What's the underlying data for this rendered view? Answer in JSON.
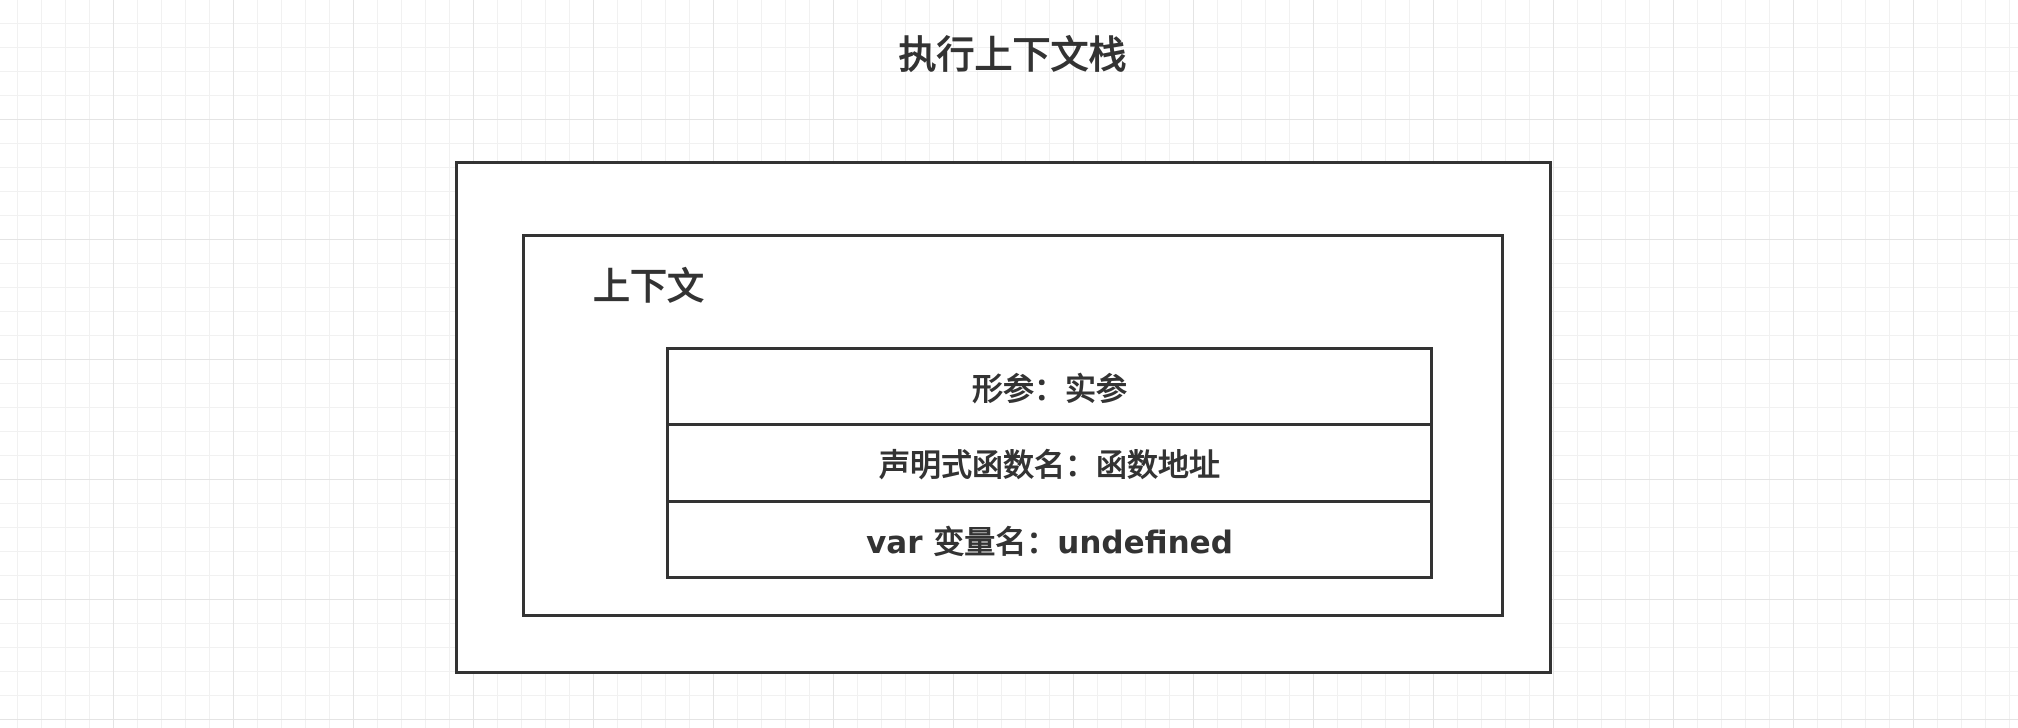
{
  "diagram": {
    "title": "执行上下文栈",
    "context": {
      "label": "上下文",
      "entries": [
        {
          "text": "形参：实参"
        },
        {
          "text": "声明式函数名：函数地址"
        },
        {
          "text": "var 变量名：undefined"
        }
      ]
    }
  },
  "colors": {
    "stroke": "#333333",
    "text": "#333333",
    "background": "#ffffff",
    "grid_major": "#e4e4e4",
    "grid_minor": "#f1f1f1"
  }
}
